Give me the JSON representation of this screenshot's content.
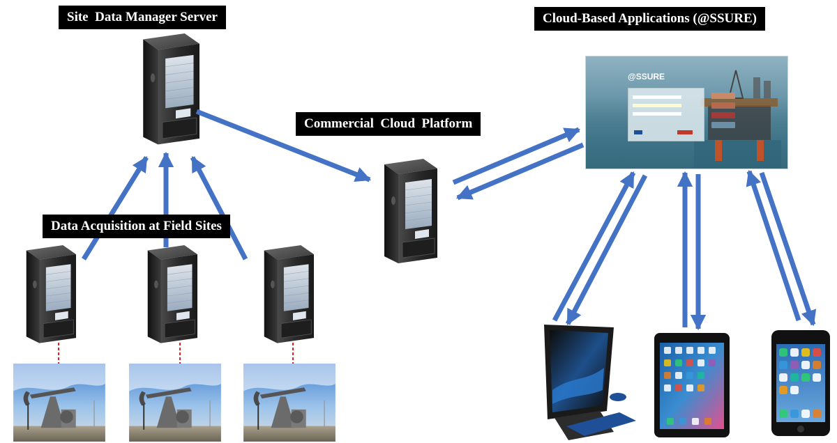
{
  "labels": {
    "site_server": "Site  Data Manager Server",
    "cloud_platform": "Commercial  Cloud  Platform",
    "cloud_apps": "Cloud-Based Applications (@SSURE)",
    "field_sites": "Data Acquisition at Field Sites"
  },
  "app": {
    "name": "@SSURE"
  },
  "colors": {
    "arrow": "#4472c4",
    "label_bg": "#000000",
    "label_text": "#ffffff",
    "dashed_link": "#e02020"
  }
}
